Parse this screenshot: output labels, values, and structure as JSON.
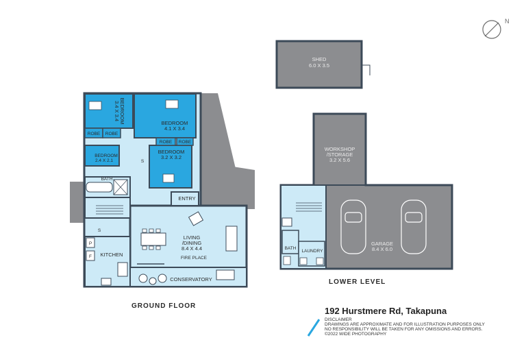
{
  "levels": {
    "ground_floor": "GROUND FLOOR",
    "lower_level": "LOWER LEVEL"
  },
  "address": "192 Hurstmere Rd, Takapuna",
  "disclaimer": {
    "heading": "DISCLAIMER",
    "line1": "DRAWINGS ARE APPROXIMATE AND FOR ILLUSTRATION PURPOSES ONLY",
    "line2": "NO RESPONSIBILITY WILL BE TAKEN FOR ANY OMISSIONS AND ERRORS.",
    "line3": "©2022 WIDE PHOTOGRAPHY"
  },
  "compass_letter": "N",
  "rooms": {
    "shed_name": "SHED",
    "shed_dim": "6.0 X 3.5",
    "bedroom1_name": "BEDROOM",
    "bedroom1_dim": "3.4 X 3.4",
    "bedroom2_name": "BEDROOM",
    "bedroom2_dim": "4.1 X 3.4",
    "bedroom3_name": "BEDROOM",
    "bedroom3_dim": "3.2 X 3.2",
    "bedroom4_name": "BEDROOM",
    "bedroom4_dim": "2.4 X 2.1",
    "robe": "ROBE",
    "bath": "BATH",
    "entry": "ENTRY",
    "living_name": "LIVING",
    "living_name2": "/DINING",
    "living_dim": "8.4 X 4.4",
    "fireplace": "FIRE PLACE",
    "kitchen": "KITCHEN",
    "conservatory": "CONSERVATORY",
    "storage_s": "S",
    "pantry_p": "P",
    "fridge_f": "F",
    "workshop_name": "WORKSHOP",
    "workshop_name2": "/STORAGE",
    "workshop_dim": "3.2 X 5.6",
    "garage_name": "GARAGE",
    "garage_dim": "8.4 X 6.0",
    "laundry": "LAUNDRY",
    "lower_bath": "BATH"
  },
  "colors": {
    "wall": "#3c4a58",
    "living": "#cdeaf7",
    "bedroom": "#2aa7e0",
    "garage": "#8c8d90",
    "outline": "#6b6b6b",
    "accent": "#2aa7e0"
  }
}
